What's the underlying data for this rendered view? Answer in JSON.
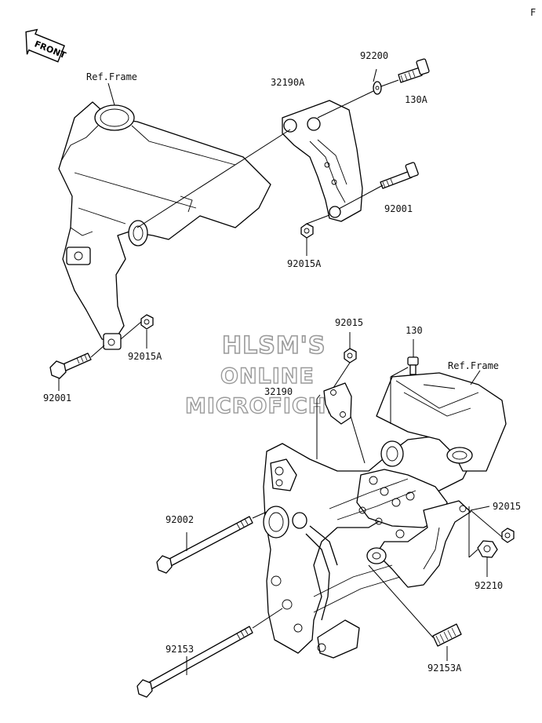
{
  "corner_mark": "F",
  "direction_arrow": {
    "text": "FRONT",
    "icon": "front-arrow-icon"
  },
  "watermark": {
    "line1": "HLSM'S",
    "line2": "ONLINE",
    "line3": "MICROFICHE"
  },
  "labels": {
    "ref_frame_upper": "Ref.Frame",
    "part_32190A": "32190A",
    "part_92200": "92200",
    "part_130A": "130A",
    "part_92001_upper": "92001",
    "part_92015A_upper": "92015A",
    "part_92015A_lower": "92015A",
    "part_92001_lower": "92001",
    "part_92015_upper": "92015",
    "part_130": "130",
    "ref_frame_lower": "Ref.Frame",
    "part_32190": "32190",
    "part_92002": "92002",
    "part_92015_lower": "92015",
    "part_92210": "92210",
    "part_92153": "92153",
    "part_92153A": "92153A"
  }
}
